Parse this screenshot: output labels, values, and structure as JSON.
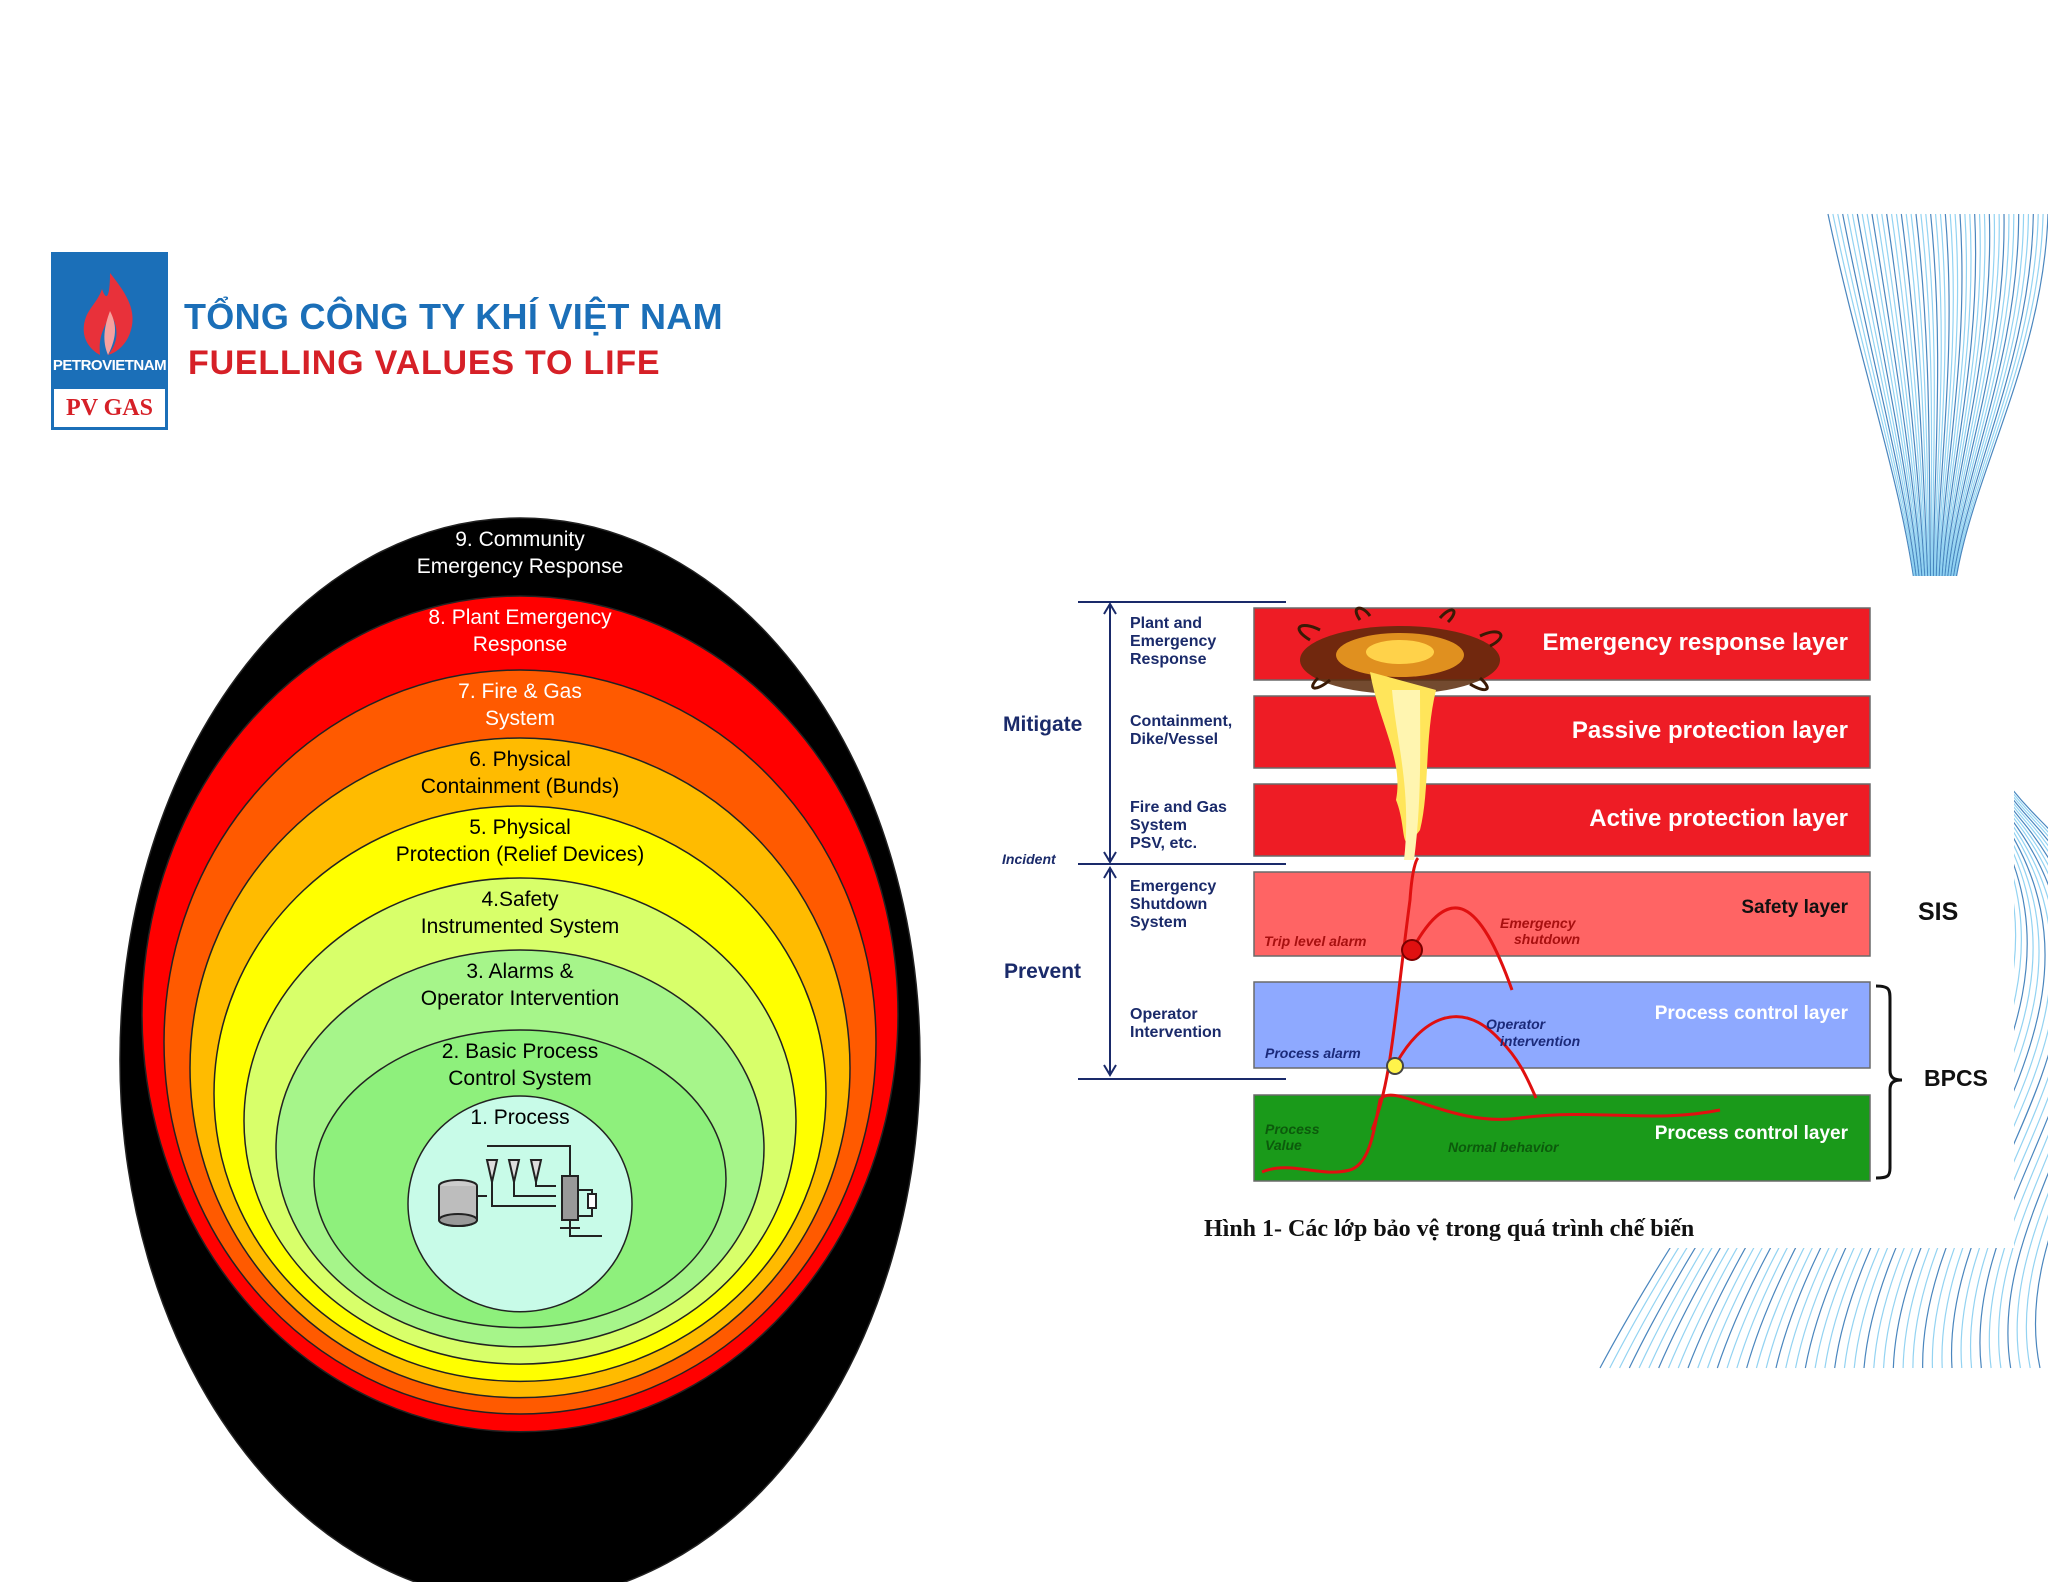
{
  "header": {
    "company_name": "TỔNG CÔNG TY KHÍ VIỆT NAM",
    "slogan": "FUELLING VALUES TO LIFE",
    "logo_brand": "PETROVIETNAM",
    "logo_sub": "PV GAS"
  },
  "onion": {
    "layers": [
      {
        "line1": "9. Community",
        "line2": "Emergency Response",
        "color": "#000000",
        "text_color": "#ffffff"
      },
      {
        "line1": "8. Plant Emergency",
        "line2": "Response",
        "color": "#ff0000",
        "text_color": "#ffffff"
      },
      {
        "line1": "7. Fire & Gas",
        "line2": "System",
        "color": "#ff5a00",
        "text_color": "#ffffff"
      },
      {
        "line1": "6. Physical",
        "line2": "Containment (Bunds)",
        "color": "#ffbb00",
        "text_color": "#000000"
      },
      {
        "line1": "5. Physical",
        "line2": "Protection (Relief Devices)",
        "color": "#ffff00",
        "text_color": "#000000"
      },
      {
        "line1": "4.Safety",
        "line2": "Instrumented System",
        "color": "#d8ff6a",
        "text_color": "#000000"
      },
      {
        "line1": "3. Alarms &",
        "line2": "Operator Intervention",
        "color": "#a6f58a",
        "text_color": "#000000"
      },
      {
        "line1": "2. Basic Process",
        "line2": "Control System",
        "color": "#8ef07c",
        "text_color": "#000000"
      },
      {
        "line1": "1. Process",
        "line2": "",
        "color": "#c8fbe8",
        "text_color": "#000000"
      }
    ]
  },
  "lopa": {
    "left_groups": {
      "mitigate": "Mitigate",
      "prevent": "Prevent",
      "incident": "Incident"
    },
    "left_labels": [
      {
        "lines": [
          "Plant and",
          "Emergency",
          "Response"
        ]
      },
      {
        "lines": [
          "Containment,",
          "Dike/Vessel"
        ]
      },
      {
        "lines": [
          "Fire and Gas",
          "System",
          "PSV, etc."
        ]
      },
      {
        "lines": [
          "Emergency",
          "Shutdown",
          "System"
        ]
      },
      {
        "lines": [
          "Operator",
          "Intervention"
        ]
      }
    ],
    "bands": [
      {
        "label": "Emergency response layer",
        "color": "#ee1c25"
      },
      {
        "label": "Passive protection layer",
        "color": "#ee1c25"
      },
      {
        "label": "Active protection layer",
        "color": "#ee1c25"
      },
      {
        "label": "Safety layer",
        "color": "#ff6464"
      },
      {
        "label": "Process control layer",
        "color": "#8ea9ff"
      },
      {
        "label": "Process control layer",
        "color": "#1a9a1a"
      }
    ],
    "annotations": {
      "trip_level_alarm": "Trip level alarm",
      "emergency_shutdown_1": "Emergency",
      "emergency_shutdown_2": "shutdown",
      "process_alarm": "Process alarm",
      "operator_intervention_1": "Operator",
      "operator_intervention_2": "intervention",
      "process_value_1": "Process",
      "process_value_2": "Value",
      "normal_behavior": "Normal behavior"
    },
    "right_labels": {
      "sis": "SIS",
      "bpcs": "BPCS"
    },
    "caption": "Hình 1- Các lớp bảo vệ trong quá trình chế biến"
  }
}
